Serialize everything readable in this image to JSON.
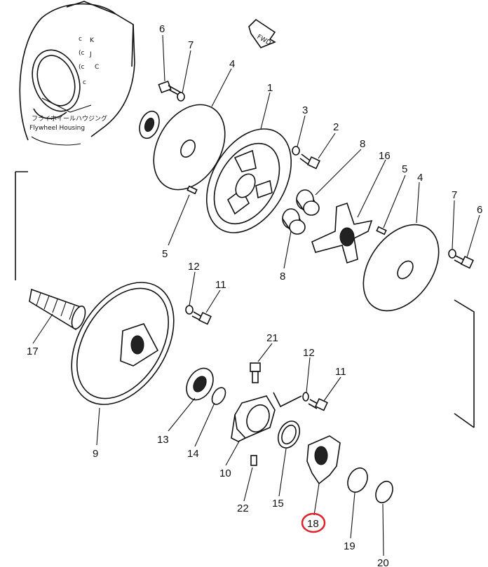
{
  "diagram": {
    "housing_caption_jp": "フライホイールハウジング",
    "housing_caption_en": "Flywheel Housing",
    "direction_arrow_label": "FWD",
    "highlight_color": "#e0202a",
    "highlighted_part": "18",
    "part_labels": [
      {
        "id": "p6a",
        "text": "6"
      },
      {
        "id": "p7a",
        "text": "7"
      },
      {
        "id": "p4a",
        "text": "4"
      },
      {
        "id": "p1",
        "text": "1"
      },
      {
        "id": "p3",
        "text": "3"
      },
      {
        "id": "p2",
        "text": "2"
      },
      {
        "id": "p8a",
        "text": "8"
      },
      {
        "id": "p16",
        "text": "16"
      },
      {
        "id": "p5b",
        "text": "5"
      },
      {
        "id": "p4b",
        "text": "4"
      },
      {
        "id": "p7b",
        "text": "7"
      },
      {
        "id": "p6b",
        "text": "6"
      },
      {
        "id": "p5a",
        "text": "5"
      },
      {
        "id": "p8b",
        "text": "8"
      },
      {
        "id": "p12a",
        "text": "12"
      },
      {
        "id": "p11a",
        "text": "11"
      },
      {
        "id": "p17",
        "text": "17"
      },
      {
        "id": "p21",
        "text": "21"
      },
      {
        "id": "p12b",
        "text": "12"
      },
      {
        "id": "p11b",
        "text": "11"
      },
      {
        "id": "p13",
        "text": "13"
      },
      {
        "id": "p14",
        "text": "14"
      },
      {
        "id": "p9",
        "text": "9"
      },
      {
        "id": "p10",
        "text": "10"
      },
      {
        "id": "p22",
        "text": "22"
      },
      {
        "id": "p15",
        "text": "15"
      },
      {
        "id": "p18",
        "text": "18"
      },
      {
        "id": "p19",
        "text": "19"
      },
      {
        "id": "p20",
        "text": "20"
      }
    ]
  }
}
